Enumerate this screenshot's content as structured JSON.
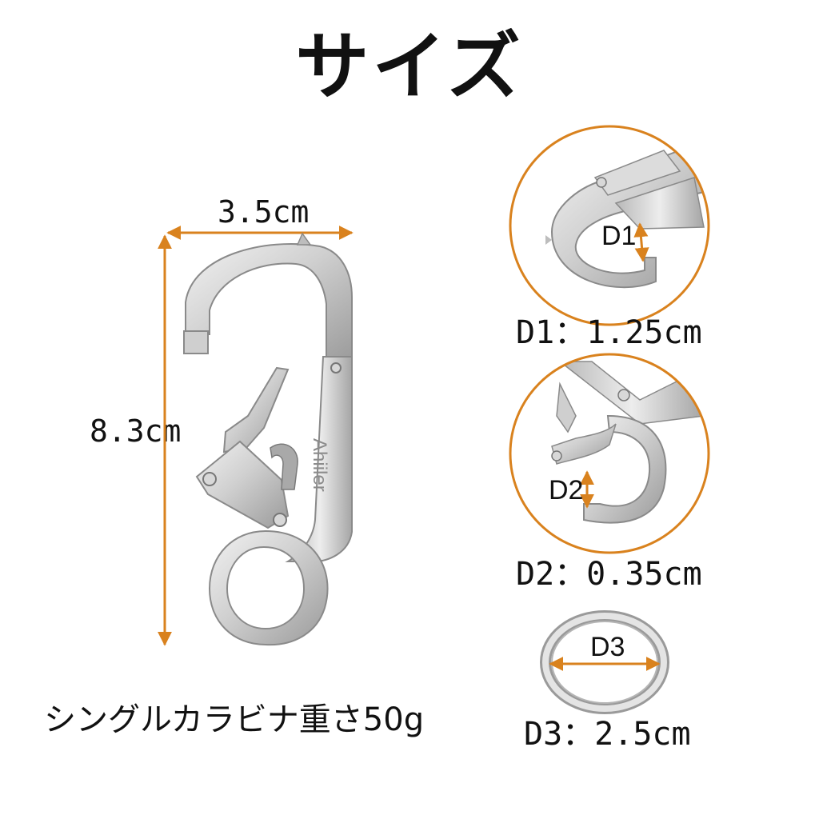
{
  "title": "サイズ",
  "dimensions": {
    "width_label": "3.5cm",
    "height_label": "8.3cm"
  },
  "details": [
    {
      "tag": "D1",
      "label": "D1：1.25cm"
    },
    {
      "tag": "D2",
      "label": "D2：0.35cm"
    },
    {
      "tag": "D3",
      "label": "D3：2.5cm"
    }
  ],
  "brand_engraving": "Ahiiler",
  "caption": "シングルカラビナ重さ50g",
  "colors": {
    "accent_orange": "#D9821E",
    "metal_light": "#E6E6E6",
    "metal_mid": "#C2C2C2",
    "metal_dark": "#7A7A7A"
  }
}
